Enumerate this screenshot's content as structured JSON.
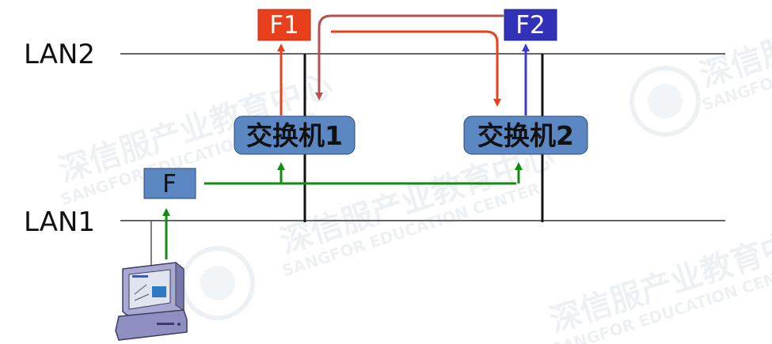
{
  "lans": {
    "lan1": {
      "label": "LAN1"
    },
    "lan2": {
      "label": "LAN2"
    }
  },
  "switches": {
    "switch1": {
      "label": "交换机1"
    },
    "switch2": {
      "label": "交换机2"
    }
  },
  "frames": {
    "f": {
      "label": "F"
    },
    "f1": {
      "label": "F1"
    },
    "f2": {
      "label": "F2"
    }
  },
  "watermark": {
    "cn": "深信服产业教育中心",
    "en": "SANGFOR EDUCATION CENTER"
  },
  "colors": {
    "switch_fill": "#5b87c3",
    "frame_f_fill": "#5b87c3",
    "frame_f1_fill": "#e8401c",
    "frame_f2_fill": "#3232b8",
    "arrow_green": "#138a13",
    "arrow_red": "#e8401c",
    "arrow_dark_red": "#b85050",
    "arrow_blue": "#3c3cc8",
    "line": "#222222"
  }
}
